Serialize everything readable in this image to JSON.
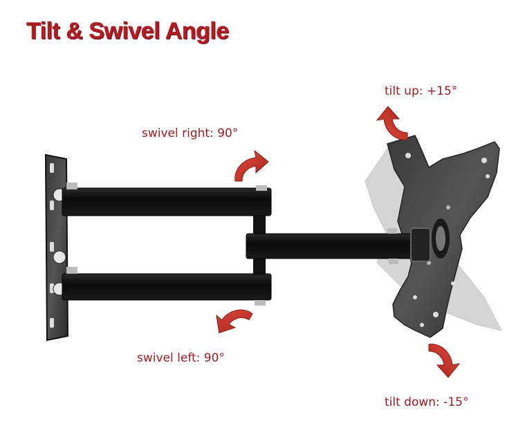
{
  "title": "Tilt & Swivel Angle",
  "labels": {
    "tilt_up": "tilt up: +15°",
    "swivel_right": "swivel right: 90°",
    "swivel_left": "swivel left: 90°",
    "tilt_down": "tilt down: -15°"
  },
  "colors": {
    "title": "#b01c22",
    "label": "#9b1c1f",
    "arrow": "#c0392b",
    "metal": "#151515"
  },
  "icons": [
    "curved-arrow-icon"
  ]
}
